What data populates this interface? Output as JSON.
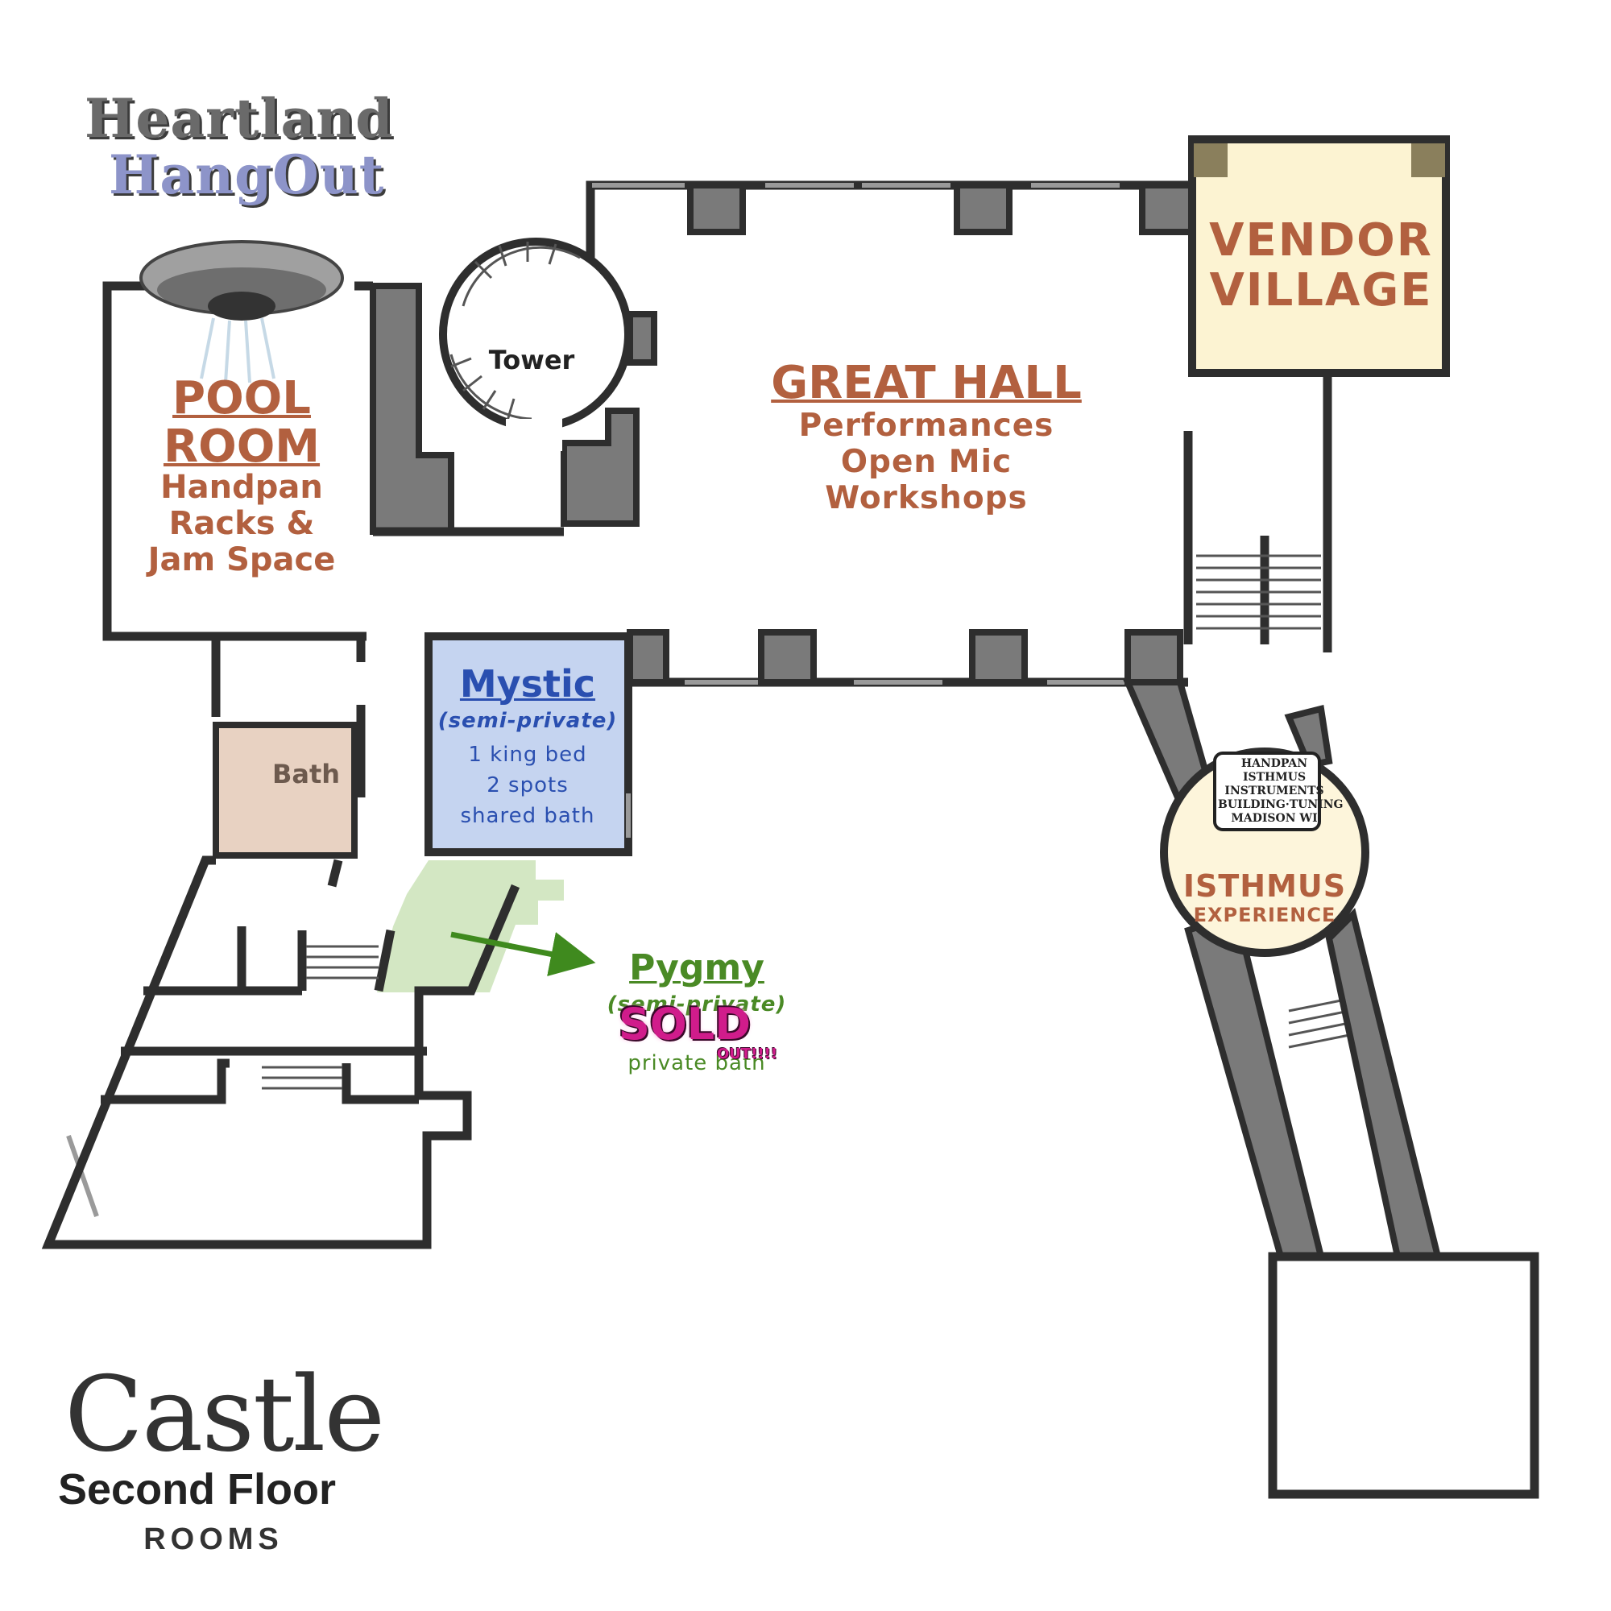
{
  "branding": {
    "line1": "Heartland",
    "line2": "HangOut",
    "ufo_icon": "flying-saucer-icon"
  },
  "rooms": {
    "pool": {
      "title_line1": "POOL",
      "title_line2": "ROOM",
      "sub_line1": "Handpan",
      "sub_line2": "Racks &",
      "sub_line3": "Jam Space"
    },
    "tower": {
      "label": "Tower"
    },
    "great_hall": {
      "title": "GREAT HALL",
      "line1": "Performances",
      "line2": "Open Mic",
      "line3": "Workshops"
    },
    "vendor_village": {
      "line1": "VENDOR",
      "line2": "VILLAGE"
    },
    "mystic": {
      "title": "Mystic",
      "note": "(semi-private)",
      "line1": "1 king bed",
      "line2": "2 spots",
      "line3": "shared bath",
      "color": "#c5d4f0"
    },
    "bath": {
      "label": "Bath",
      "color": "#e8d2c2"
    },
    "pygmy": {
      "title": "Pygmy",
      "note": "(semi-private)",
      "line_bath": "private bath",
      "sold_label": "SOLD",
      "soldout_label": "OUT!!!!",
      "color": "#d3e7c3"
    },
    "isthmus": {
      "title": "ISTHMUS",
      "subtitle": "EXPERIENCE",
      "logo_line1": "HANDPAN",
      "logo_line2": "ISTHMUS",
      "logo_line3": "INSTRUMENTS",
      "logo_line4": "BUILDING·TUNING",
      "logo_line5": "MADISON WI",
      "color": "#fdf5db"
    }
  },
  "footer": {
    "line1": "Castle",
    "line2": "Second Floor",
    "line3": "ROOMS"
  },
  "colors": {
    "wall": "#2e2e2e",
    "pillar": "#7a7a7a",
    "accent_rust": "#b2603f",
    "vendor_fill": "#fcf3d2",
    "arrow": "#3f8a1e"
  }
}
